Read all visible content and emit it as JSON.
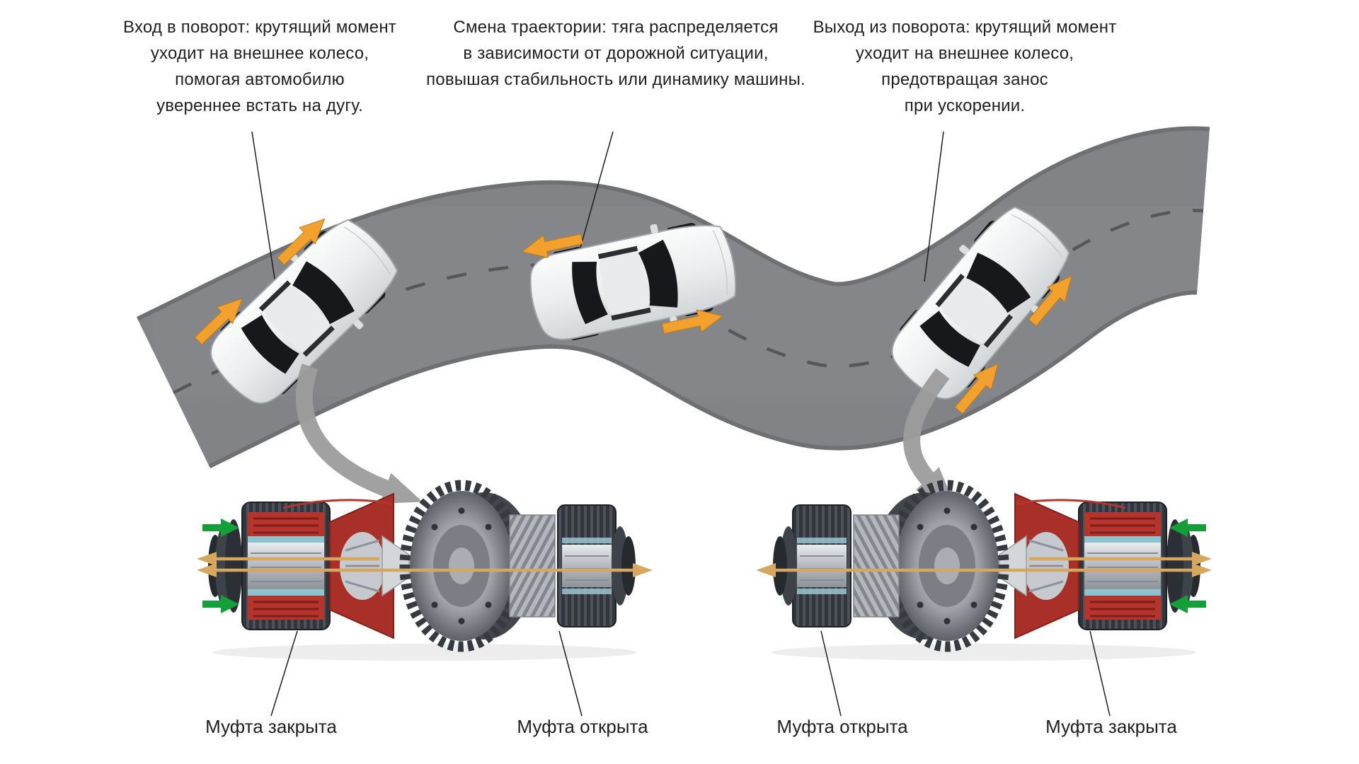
{
  "annotations": {
    "entry": {
      "text": "Вход в поворот: крутящий момент\nуходит на внешнее колесо,\nпомогая автомобилю\nувереннее встать на дугу."
    },
    "trajectory": {
      "text": "Смена траектории: тяга распределяется\nв зависимости от дорожной ситуации,\nповышая стабильность или динамику машины."
    },
    "exit": {
      "text": "Выход из поворота: крутящий момент\nуходит на внешнее колесо,\nпредотвращая занос\nпри ускорении."
    }
  },
  "clutch_labels": {
    "left_diff_left": "Муфта закрыта",
    "left_diff_right": "Муфта открыта",
    "right_diff_left": "Муфта открыта",
    "right_diff_right": "Муфта закрыта"
  },
  "icons": {
    "torque_arrow": "orange-torque-arrow",
    "flow_arrow": "gray-flow-arrow",
    "axle_arrow": "gold-axle-arrow",
    "engaged_arrow": "green-clutch-arrow"
  },
  "colors": {
    "accent_orange": "#f2a12f",
    "accent_green": "#14a038",
    "shaft_gold": "#d6a75f",
    "cutaway_red": "#b5352c",
    "road_gray": "#828387",
    "flow_gray": "#9d9d9d",
    "text_dark": "#1f1f1f"
  }
}
